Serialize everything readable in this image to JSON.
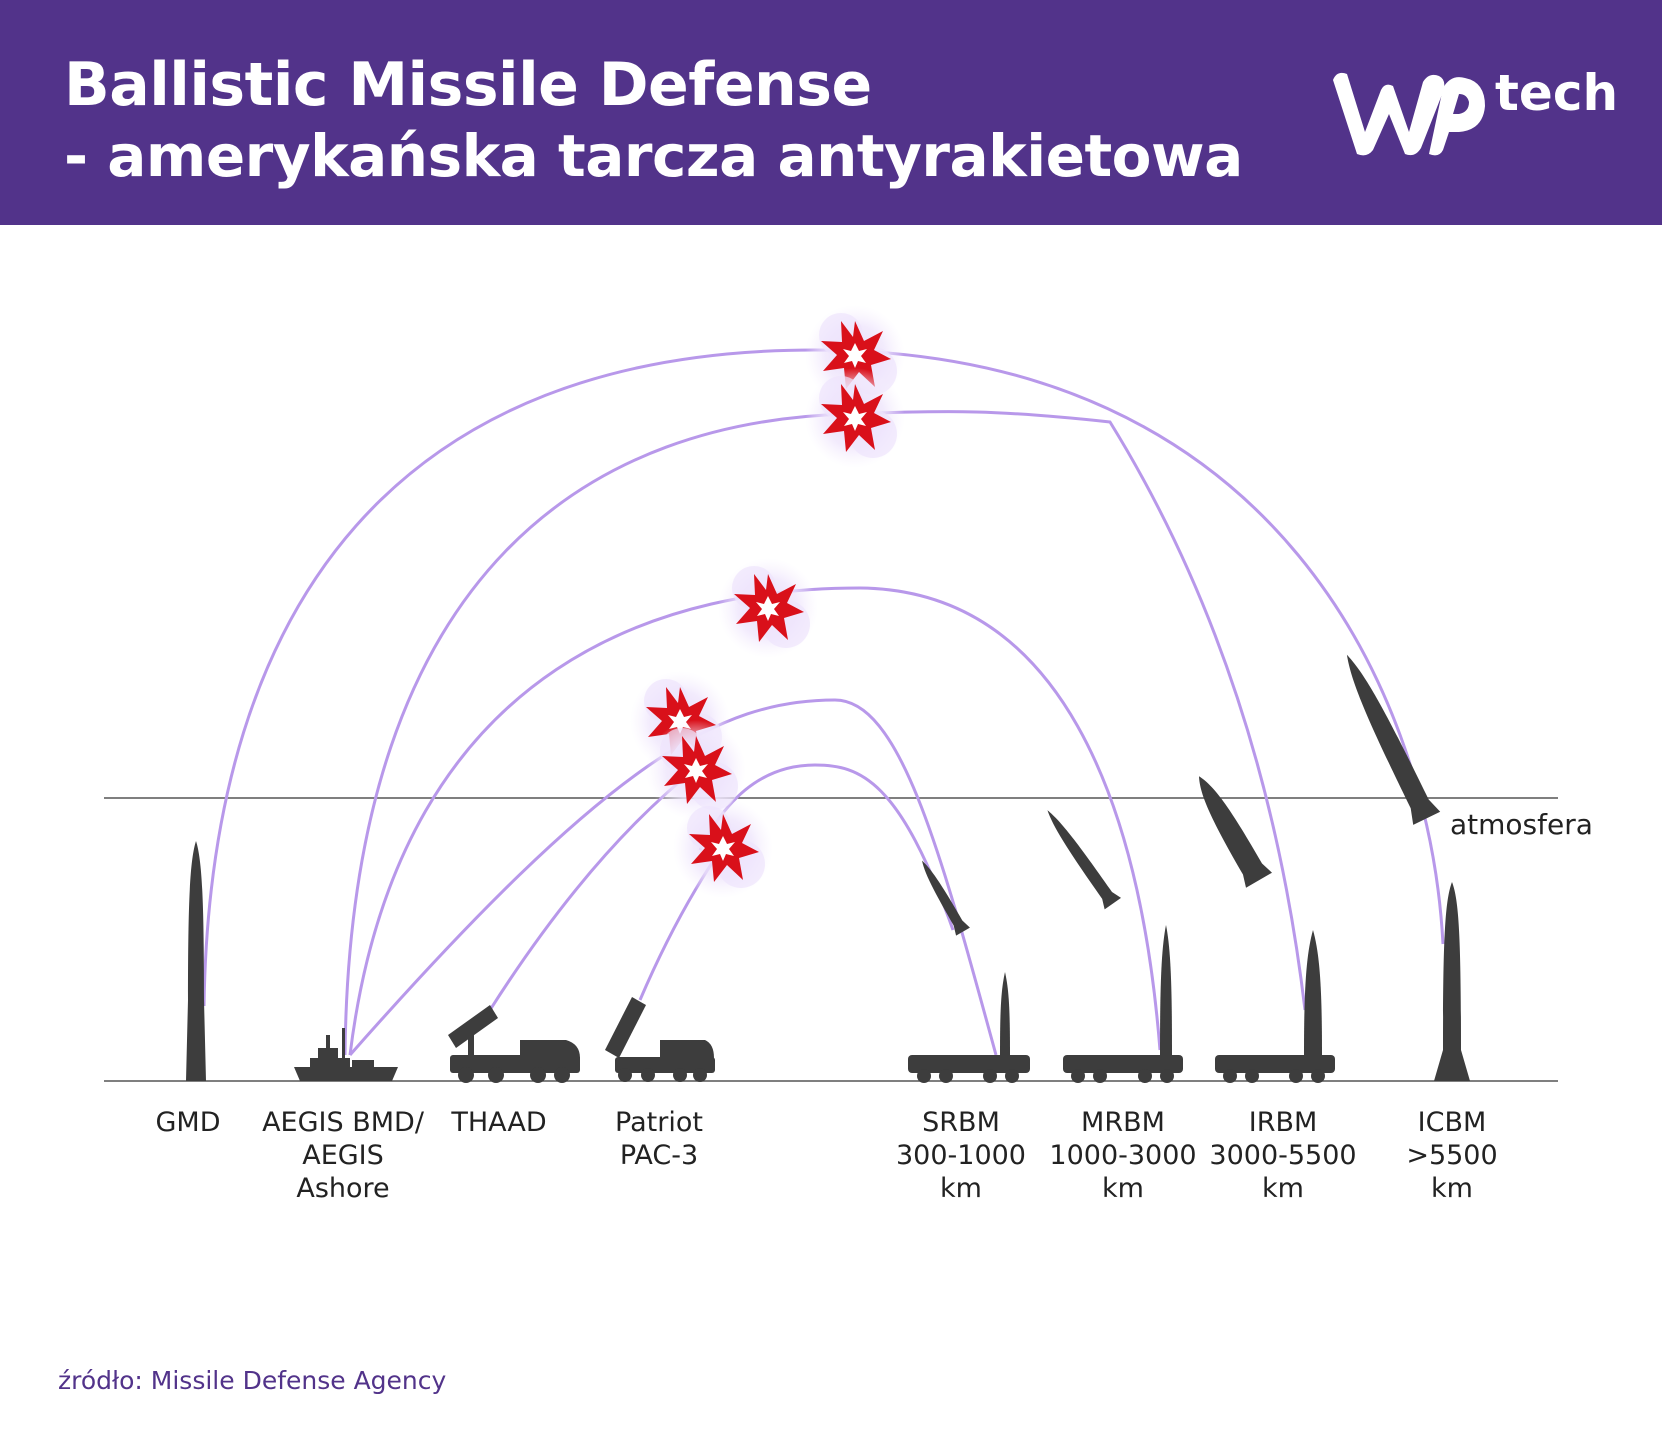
{
  "header": {
    "title_line1": "Ballistic Missile Defense",
    "title_line2": "- amerykańska tarcza antyrakietowa",
    "logo_text": "tech",
    "brand_color": "#52338a"
  },
  "atmosphere_label": "atmosfera",
  "defense_systems": [
    {
      "name": "GMD"
    },
    {
      "name": "AEGIS BMD/",
      "name2": "AEGIS",
      "name3": "Ashore"
    },
    {
      "name": "THAAD"
    },
    {
      "name": "Patriot",
      "name2": "PAC-3"
    }
  ],
  "missile_types": [
    {
      "name": "SRBM",
      "range": "300-1000",
      "unit": "km"
    },
    {
      "name": "MRBM",
      "range": "1000-3000",
      "unit": "km"
    },
    {
      "name": "IRBM",
      "range": "3000-5500",
      "unit": "km"
    },
    {
      "name": "ICBM",
      "range": ">5500",
      "unit": "km"
    }
  ],
  "source": "źródło: Missile Defense Agency",
  "colors": {
    "trajectory": "#b898ea",
    "explosion": "#d9101a",
    "silhouette": "#3d3d3d"
  }
}
